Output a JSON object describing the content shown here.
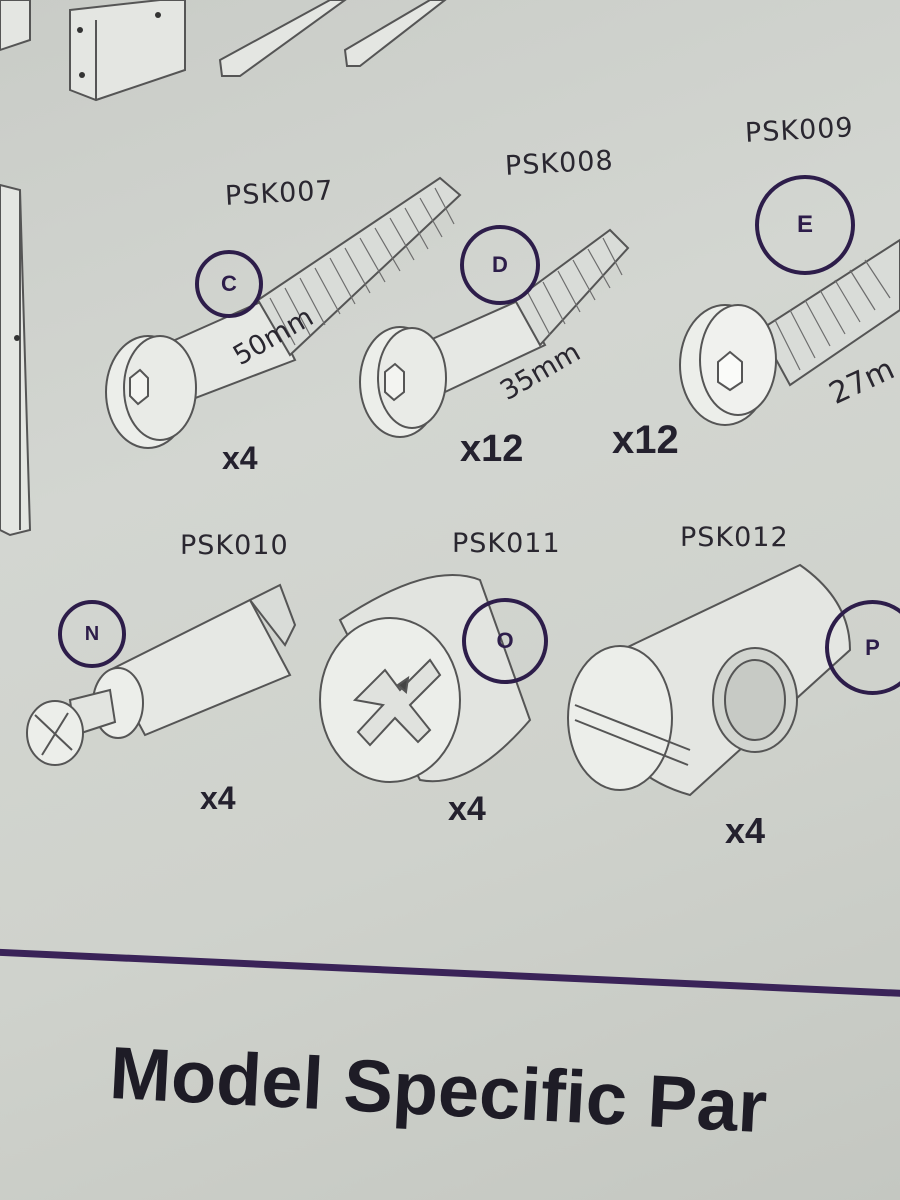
{
  "parts": [
    {
      "code": "PSK007",
      "letter": "C",
      "length": "50mm",
      "qty": "x4"
    },
    {
      "code": "PSK008",
      "letter": "D",
      "length": "35mm",
      "qty": "x12"
    },
    {
      "code": "PSK009",
      "letter": "E",
      "length": "27m",
      "qty": "x12"
    },
    {
      "code": "PSK010",
      "letter": "N",
      "qty": "x4"
    },
    {
      "code": "PSK011",
      "letter": "O",
      "qty": "x4"
    },
    {
      "code": "PSK012",
      "letter": "P",
      "qty": "x4"
    }
  ],
  "footer": {
    "heading": "Model Specific Par"
  },
  "colors": {
    "paper": "#cfd2cc",
    "accent": "#3a2358",
    "ink": "#24212e"
  }
}
